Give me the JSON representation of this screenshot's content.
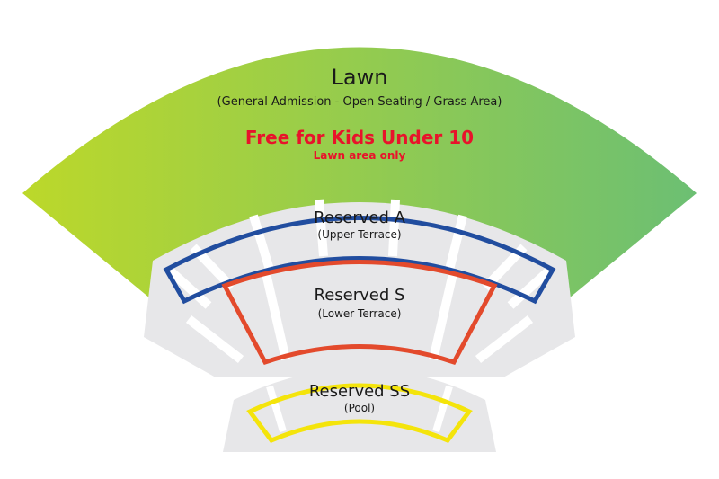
{
  "colors": {
    "lawn_gradient_start": "#bcd82a",
    "lawn_gradient_end": "#6cbf73",
    "seating_gray": "#e7e7e9",
    "aisle_white": "#ffffff",
    "reserved_a_outline": "#214d9f",
    "reserved_s_outline": "#e34a2c",
    "reserved_ss_outline": "#f4e40b",
    "promo_red": "#e8132b"
  },
  "lawn": {
    "title": "Lawn",
    "subtitle": "(General Admission - Open Seating / Grass Area)",
    "promo": "Free for Kids Under 10",
    "promo_note": "Lawn area only"
  },
  "reserved_a": {
    "title": "Reserved A",
    "subtitle": "(Upper Terrace)"
  },
  "reserved_s": {
    "title": "Reserved S",
    "subtitle": "(Lower Terrace)"
  },
  "reserved_ss": {
    "title": "Reserved SS",
    "subtitle": "(Pool)"
  }
}
